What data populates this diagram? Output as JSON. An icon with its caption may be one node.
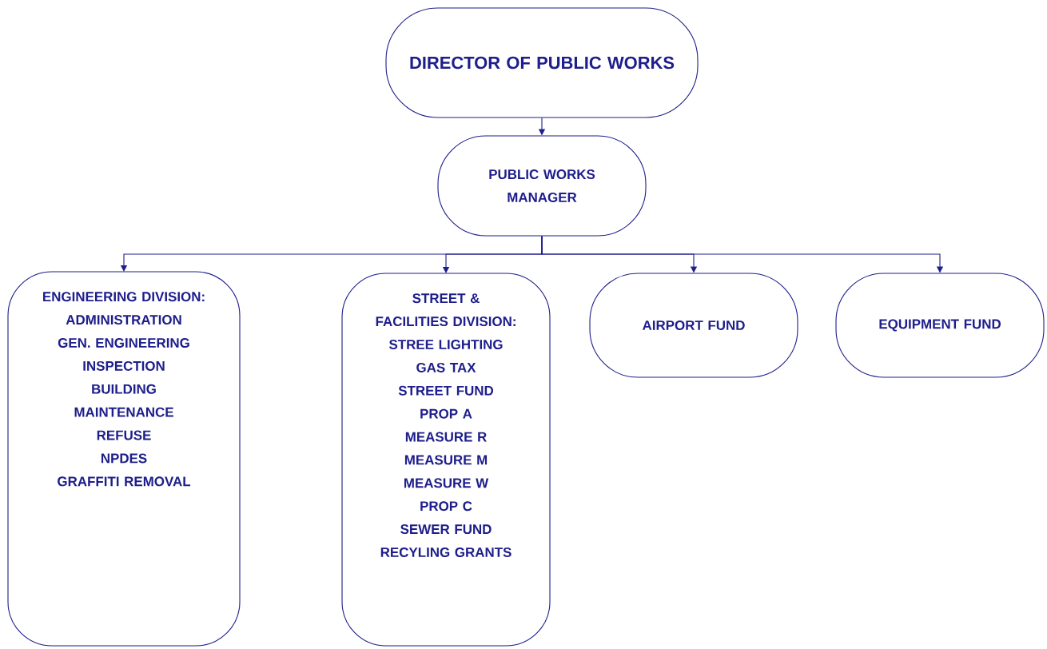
{
  "diagram": {
    "nodes": [
      {
        "text": [
          "DIRECTOR OF PUBLIC WORKS"
        ]
      },
      {
        "text": [
          "PUBLIC WORKS MANAGER"
        ]
      },
      {
        "text": [
          "ENGINEERING DIVISION:",
          "ADMINISTRATION",
          "GEN. ENGINEERING",
          "INSPECTION",
          "BUILDING",
          "MAINTENANCE",
          "REFUSE",
          "NPDES",
          "GRAFFITI REMOVAL"
        ]
      },
      {
        "text": [
          "STREET & FACILITIES DIVISION:",
          "STREE LIGHTING",
          "GAS TAX",
          "STREET FUND",
          "PROP A",
          "MEASURE R",
          "MEASURE M",
          "MEASURE W",
          "PROP C",
          "SEWER FUND",
          "RECYLING GRANTS"
        ]
      },
      {
        "text": [
          "AIRPORT FUND"
        ]
      },
      {
        "text": [
          "EQUIPMENT FUND"
        ]
      }
    ],
    "edges": [
      {
        "from": 0,
        "to": 1,
        "arrow": "to"
      },
      {
        "from": 1,
        "to": 2,
        "arrow": "to"
      },
      {
        "from": 1,
        "to": 3,
        "arrow": "to"
      },
      {
        "from": 1,
        "to": 4,
        "arrow": "to"
      },
      {
        "from": 1,
        "to": 5,
        "arrow": "to"
      }
    ]
  }
}
